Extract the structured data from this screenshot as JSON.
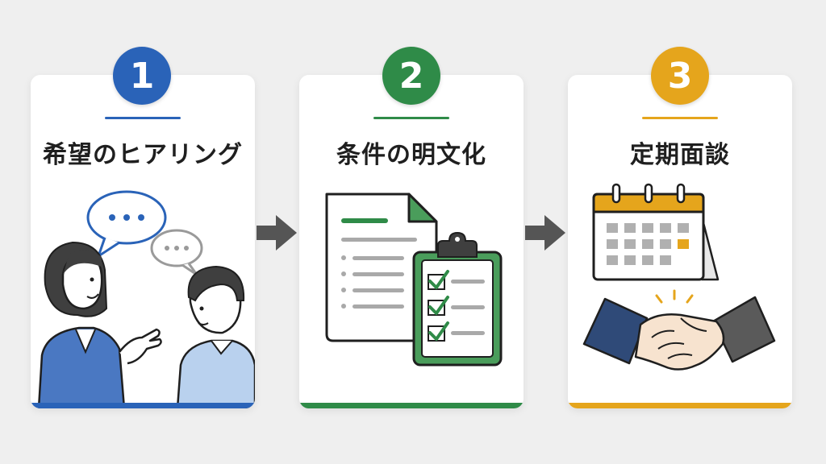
{
  "steps": [
    {
      "number": "1",
      "title": "希望のヒアリング",
      "color": "#2a63b8"
    },
    {
      "number": "2",
      "title": "条件の明文化",
      "color": "#2f8b48"
    },
    {
      "number": "3",
      "title": "定期面談",
      "color": "#e5a51c"
    }
  ],
  "icons": {
    "step1": "conversation-icon",
    "step2": "document-checklist-icon",
    "step3": "calendar-handshake-icon",
    "connector": "arrow-right-icon"
  }
}
